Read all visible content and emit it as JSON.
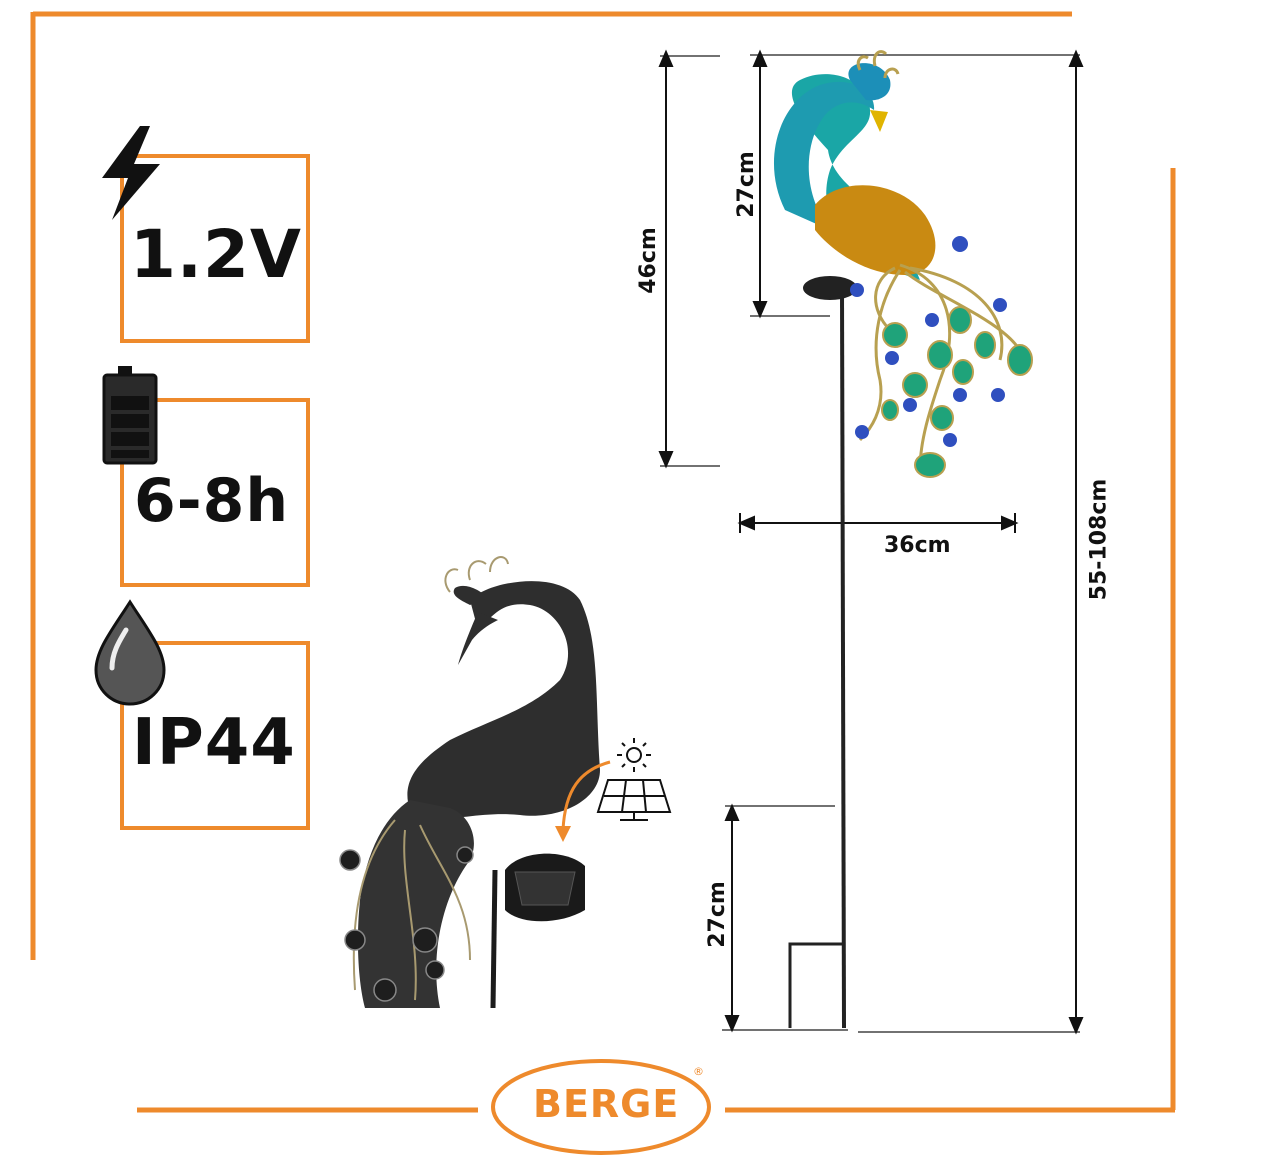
{
  "specs": {
    "voltage": "1.2V",
    "runtime": "6-8h",
    "protection": "IP44"
  },
  "dimensions": {
    "head_height": "27cm",
    "upper_height": "46cm",
    "width": "36cm",
    "total_height": "55-108cm",
    "stake_height": "27cm"
  },
  "brand": {
    "name": "BERGE",
    "mark": "®"
  },
  "colors": {
    "accent": "#ee8a2c",
    "text": "#111111"
  },
  "icons": [
    "lightning-icon",
    "battery-icon",
    "water-drop-icon",
    "sun-icon",
    "solar-panel-icon"
  ]
}
